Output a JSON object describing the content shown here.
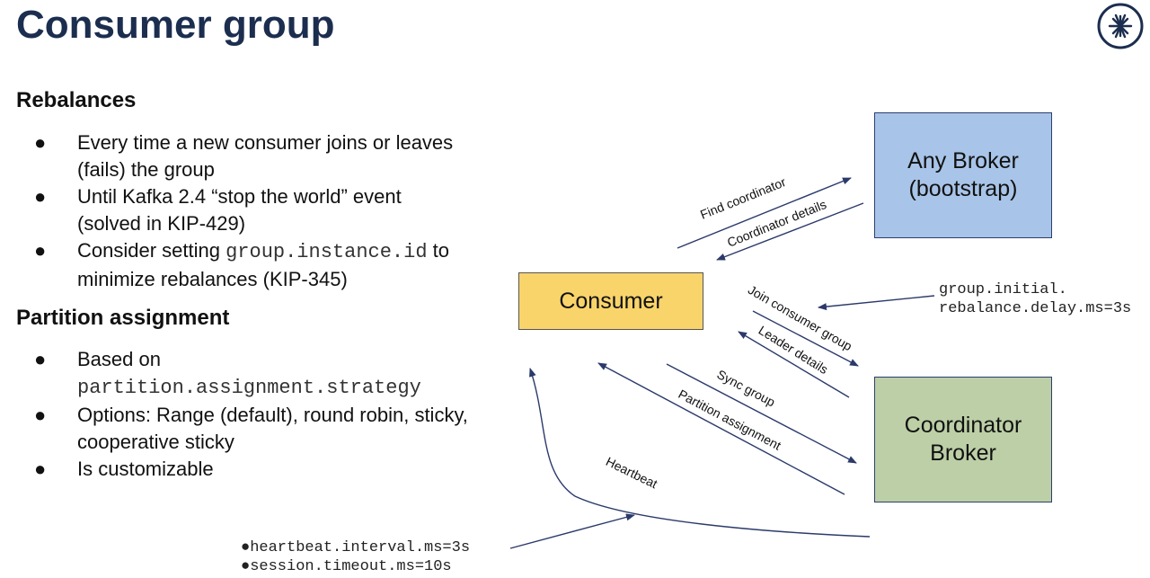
{
  "title": "Consumer group",
  "sections": {
    "rebalances": {
      "heading": "Rebalances",
      "bullet1_line1": "Every time a new consumer joins or leaves",
      "bullet1_line2": "(fails) the group",
      "bullet2_line1": "Until Kafka 2.4 “stop the world” event",
      "bullet2_line2": "(solved in KIP-429)",
      "bullet3_pre": "Consider setting ",
      "bullet3_code": "group.instance.id",
      "bullet3_post": " to",
      "bullet3_line2": "minimize rebalances (KIP-345)"
    },
    "partition_assignment": {
      "heading": "Partition assignment",
      "bullet1_line1": "Based on",
      "bullet1_code": "partition.assignment.strategy",
      "bullet2_line1": "Options: Range (default), round robin, sticky,",
      "bullet2_line2": "cooperative sticky",
      "bullet3": "Is customizable"
    }
  },
  "diagram": {
    "nodes": {
      "broker_line1": "Any Broker",
      "broker_line2": "(bootstrap)",
      "consumer": "Consumer",
      "coordinator_line1": "Coordinator",
      "coordinator_line2": "Broker"
    },
    "edges": {
      "find_coordinator": "Find coordinator",
      "coordinator_details": "Coordinator details",
      "join_consumer_group": "Join consumer group",
      "leader_details": "Leader details",
      "sync_group": "Sync group",
      "partition_assignment": "Partition assignment",
      "heartbeat": "Heartbeat"
    },
    "configs": {
      "initial_delay_line1": "group.initial.",
      "initial_delay_line2": "rebalance.delay.ms=3s",
      "heartbeat_interval": "●heartbeat.interval.ms=3s",
      "session_timeout": "●session.timeout.ms=10s"
    }
  },
  "colors": {
    "title": "#1c2e4f",
    "arrow": "#2b3a6b",
    "broker_fill": "#a8c4e8",
    "consumer_fill": "#f9d46b",
    "coordinator_fill": "#bccfa6"
  },
  "icons": {
    "logo": "confluent-logo-icon"
  }
}
